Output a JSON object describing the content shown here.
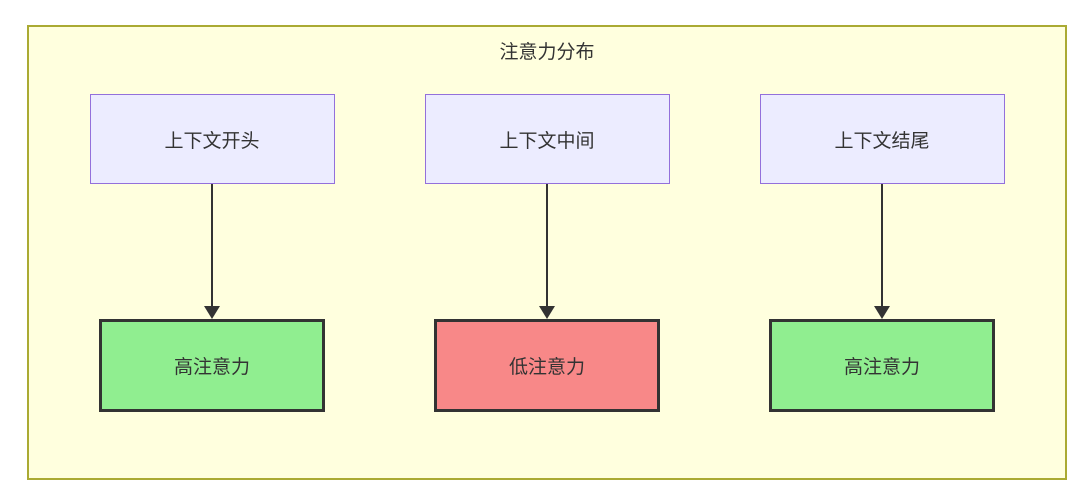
{
  "diagram": {
    "title": "注意力分布",
    "columns": [
      {
        "source": "上下文开头",
        "target": "高注意力",
        "target_level": "high"
      },
      {
        "source": "上下文中间",
        "target": "低注意力",
        "target_level": "low"
      },
      {
        "source": "上下文结尾",
        "target": "高注意力",
        "target_level": "high"
      }
    ],
    "colors": {
      "canvas_background": "#ffffde",
      "canvas_border": "#aaaa33",
      "source_node_fill": "#ececff",
      "source_node_border": "#9370db",
      "high_attention_fill": "#90ee90",
      "low_attention_fill": "#f88888",
      "target_node_border": "#333333",
      "arrow": "#333333",
      "text": "#333333"
    }
  }
}
